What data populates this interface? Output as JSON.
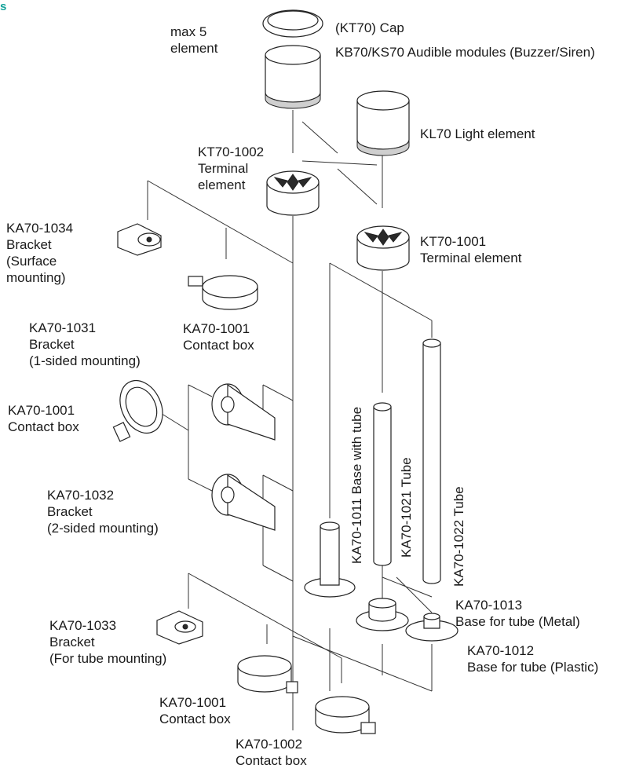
{
  "corner_mark": "s",
  "labels": {
    "max5": [
      "max 5",
      "element"
    ],
    "cap": [
      "(KT70) Cap"
    ],
    "audible": [
      "KB70/KS70 Audible modules (Buzzer/Siren)"
    ],
    "light": [
      "KL70 Light element"
    ],
    "kt1002": [
      "KT70-1002",
      "Terminal",
      "element"
    ],
    "ka1034": [
      "KA70-1034",
      "Bracket",
      "(Surface",
      "mounting)"
    ],
    "kt1001": [
      "KT70-1001",
      "Terminal element"
    ],
    "ka1001_top": [
      "KA70-1001",
      "Contact box"
    ],
    "ka1031": [
      "KA70-1031",
      "Bracket",
      "(1-sided mounting)"
    ],
    "ka1001_left": [
      "KA70-1001",
      "Contact box"
    ],
    "ka1032": [
      "KA70-1032",
      "Bracket",
      "(2-sided mounting)"
    ],
    "ka1013": [
      "KA70-1013",
      "Base for tube (Metal)"
    ],
    "ka1012": [
      "KA70-1012",
      "Base for tube (Plastic)"
    ],
    "ka1033": [
      "KA70-1033",
      "Bracket",
      "(For tube mounting)"
    ],
    "ka1001_bottom": [
      "KA70-1001",
      "Contact box"
    ],
    "ka1002": [
      "KA70-1002",
      "Contact box"
    ]
  },
  "vertical_labels": {
    "ka1011": "KA70-1011 Base with tube",
    "ka1021": "KA70-1021 Tube",
    "ka1022": "KA70-1022 Tube"
  },
  "colors": {
    "line": "#333333",
    "part_fill": "#ffffff",
    "accent": "#14a39a"
  }
}
